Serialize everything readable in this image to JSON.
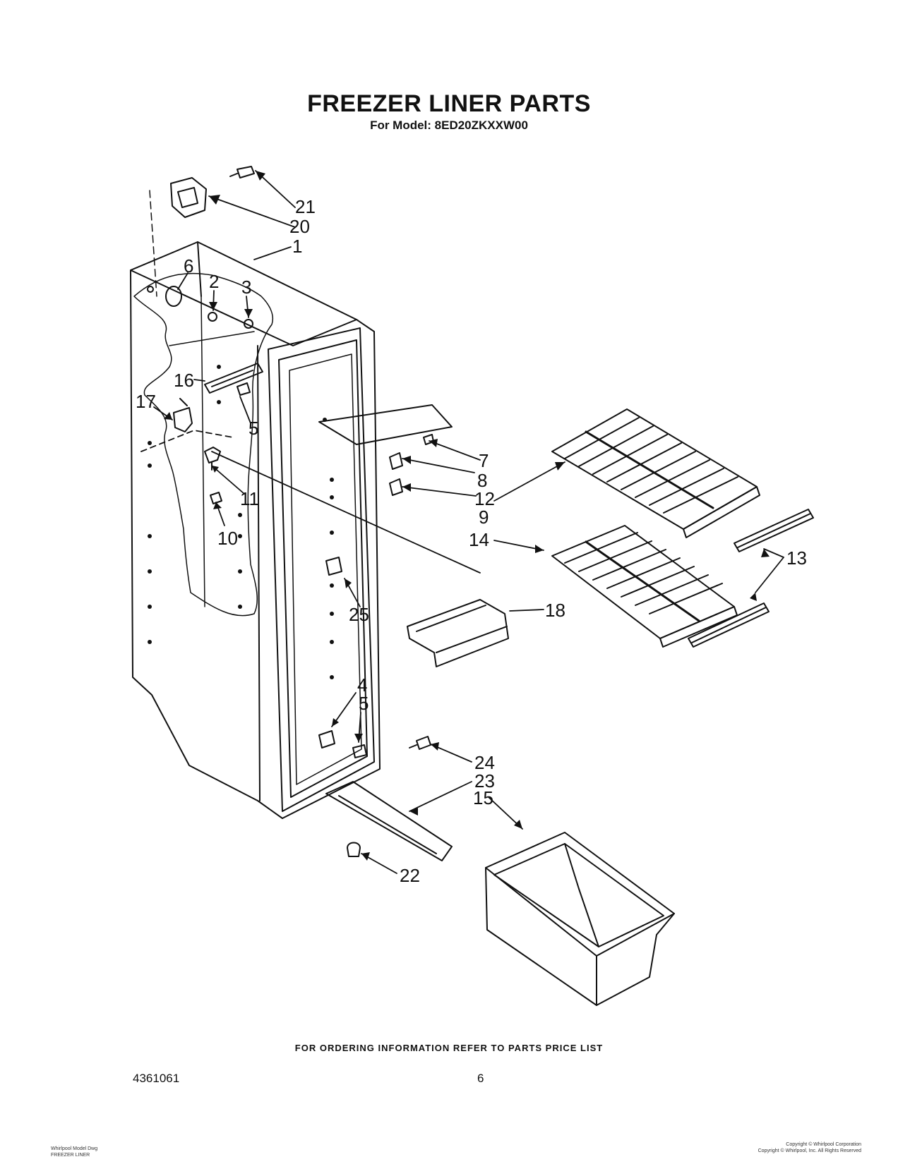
{
  "header": {
    "title": "FREEZER LINER PARTS",
    "subtitle": "For Model: 8ED20ZKXXW00"
  },
  "callouts": [
    "21",
    "20",
    "1",
    "6",
    "2",
    "3",
    "16",
    "17",
    "5",
    "11",
    "10",
    "7",
    "8",
    "12",
    "9",
    "14",
    "13",
    "25",
    "18",
    "4",
    "5",
    "24",
    "23",
    "15",
    "22"
  ],
  "footer": {
    "ordering_note": "FOR ORDERING INFORMATION REFER TO PARTS PRICE LIST",
    "doc_number": "4361061",
    "page_number": "6",
    "small_left": "Whirlpool Model Dwg\nFREEZER LINER",
    "small_right": "Copyright © Whirlpool Corporation\nCopyright © Whirlpool, Inc. All Rights Reserved"
  }
}
